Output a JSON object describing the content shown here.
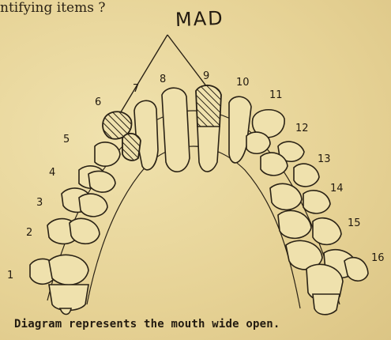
{
  "header": {
    "text": "ntifying items ?"
  },
  "handwritten_label": "MAD",
  "caption": "Diagram represents the mouth wide open.",
  "tooth_numbers": [
    "1",
    "2",
    "3",
    "4",
    "5",
    "6",
    "7",
    "8",
    "9",
    "10",
    "11",
    "12",
    "13",
    "14",
    "15",
    "16"
  ],
  "marked_teeth": [
    "6",
    "9"
  ],
  "colors": {
    "paper": "#e9d8a0",
    "ink": "#221a10"
  }
}
